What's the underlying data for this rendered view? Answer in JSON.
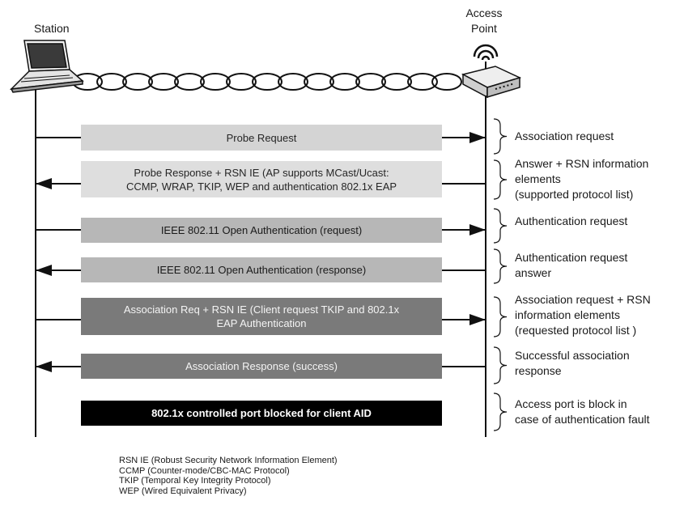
{
  "participants": {
    "station": "Station",
    "access_point_line1": "Access",
    "access_point_line2": "Point"
  },
  "messages": [
    {
      "lines": [
        "Probe Request"
      ],
      "direction": "right",
      "fill": "#d4d4d4",
      "text_color": "#262626"
    },
    {
      "lines": [
        "Probe Response + RSN IE (AP supports MCast/Ucast:",
        "CCMP, WRAP, TKIP, WEP and authentication 802.1x EAP"
      ],
      "direction": "left",
      "fill": "#dedede",
      "text_color": "#262626"
    },
    {
      "lines": [
        "IEEE 802.11 Open Authentication (request)"
      ],
      "direction": "right",
      "fill": "#b7b7b7",
      "text_color": "#1a1a1a"
    },
    {
      "lines": [
        "IEEE 802.11 Open Authentication (response)"
      ],
      "direction": "left",
      "fill": "#b7b7b7",
      "text_color": "#1a1a1a"
    },
    {
      "lines": [
        "Association Req + RSN IE (Client request TKIP and 802.1x",
        "EAP Authentication"
      ],
      "direction": "right",
      "fill": "#7a7a7a",
      "text_color": "#f4f4f4"
    },
    {
      "lines": [
        "Association Response (success)"
      ],
      "direction": "left",
      "fill": "#7a7a7a",
      "text_color": "#f4f4f4"
    },
    {
      "lines": [
        "802.1x controlled port blocked for client AID"
      ],
      "direction": "none",
      "fill": "#000000",
      "text_color": "#ffffff",
      "bold": true
    }
  ],
  "annotations": [
    [
      "Association request"
    ],
    [
      "Answer + RSN information",
      "elements",
      "(supported protocol list)"
    ],
    [
      "Authentication request"
    ],
    [
      "Authentication request",
      "answer"
    ],
    [
      "Association request + RSN",
      "information elements",
      "(requested protocol list )"
    ],
    [
      "Successful association",
      "response"
    ],
    [
      "Access port is block in",
      "case of authentication fault"
    ]
  ],
  "legend": [
    "RSN IE (Robust Security Network Information Element)",
    "CCMP (Counter-mode/CBC-MAC Protocol)",
    "TKIP (Temporal Key Integrity Protocol)",
    "WEP (Wired Equivalent Privacy)"
  ]
}
